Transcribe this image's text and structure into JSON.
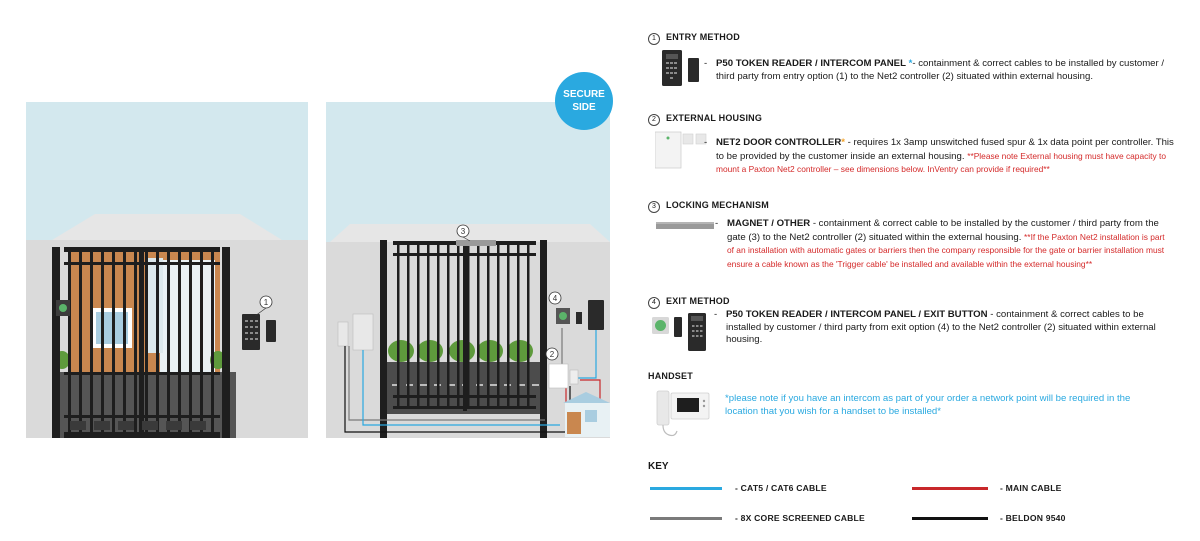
{
  "badge": {
    "line1": "SECURE",
    "line2": "SIDE"
  },
  "markers": {
    "m1": "1",
    "m2": "2",
    "m3": "3",
    "m4": "4"
  },
  "sections": {
    "entry": {
      "num": "1",
      "title": "ENTRY METHOD",
      "name": "P50 TOKEN READER / INTERCOM PANEL",
      "asterisk": "*",
      "text": "- containment & correct cables to be installed by customer / third party from entry option (1) to the Net2 controller (2) situated within external housing."
    },
    "housing": {
      "num": "2",
      "title": "EXTERNAL HOUSING",
      "name": "NET2 DOOR CONTROLLER",
      "asterisk": "*",
      "text": " - requires 1x 3amp unswitched fused spur & 1x data point per controller. This to be provided by the customer inside an external housing.",
      "note": "**Please note External housing must have capacity to mount a Paxton Net2 controller – see dimensions below. InVentry can provide if required**"
    },
    "locking": {
      "num": "3",
      "title": "LOCKING MECHANISM",
      "name": "MAGNET / OTHER",
      "text": " - containment & correct cable to be installed by the customer / third party from the gate (3) to the Net2 controller (2) situated within the external housing.",
      "note": "**If the Paxton Net2 installation is part of an installation with automatic gates or barriers then the company responsible for the gate or barrier installation must ensure a cable known as the 'Trigger cable' be installed and available within the external housing**"
    },
    "exit": {
      "num": "4",
      "title": "EXIT METHOD",
      "name": "P50 TOKEN READER / INTERCOM PANEL / EXIT BUTTON",
      "text": " - containment & correct cables to be installed by customer / third party from exit option (4) to the Net2 controller (2) situated within external housing."
    },
    "handset": {
      "title": "HANDSET",
      "note": "*please note if you have an intercom as part of your order a network point will be required in the location that you wish for a handset to be installed*"
    }
  },
  "key": {
    "title": "KEY",
    "items": [
      {
        "label": "- CAT5 / CAT6 CABLE",
        "color": "#2aa9e0"
      },
      {
        "label": "- MAIN CABLE",
        "color": "#c8282a"
      },
      {
        "label": "- 8X CORE SCREENED CABLE",
        "color": "#7a7a7a"
      },
      {
        "label": "- BELDON 9540",
        "color": "#111111"
      }
    ]
  },
  "colors": {
    "sky": "#d3e8ee",
    "wall": "#dbdbdb",
    "gate": "#1e1e1e",
    "accent_blue": "#2aa9e0",
    "main_red": "#c8282a",
    "brick": "#c9874f"
  }
}
